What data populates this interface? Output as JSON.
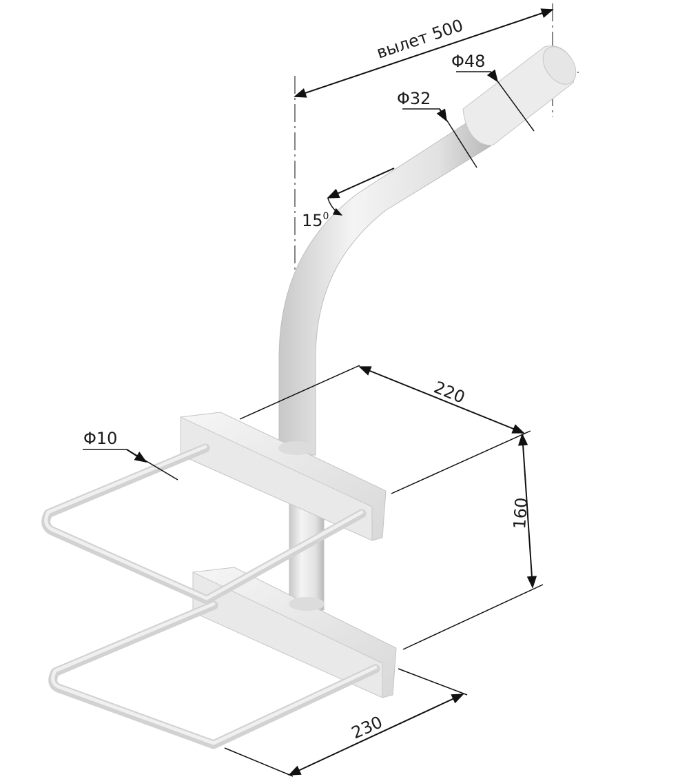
{
  "title": "Bracket drawing — pole mount with U-bolts",
  "labels": {
    "reach": "вылет 500",
    "dia48": "Φ48",
    "dia32": "Φ32",
    "angle": "15",
    "angle_sup": "0",
    "dia10": "Φ10",
    "w220": "220",
    "h160": "160",
    "w230": "230"
  },
  "colors": {
    "metal_light": "#f2f2f2",
    "metal_mid": "#d9d9d9",
    "metal_dark": "#bdbdbd",
    "line": "#111111"
  }
}
